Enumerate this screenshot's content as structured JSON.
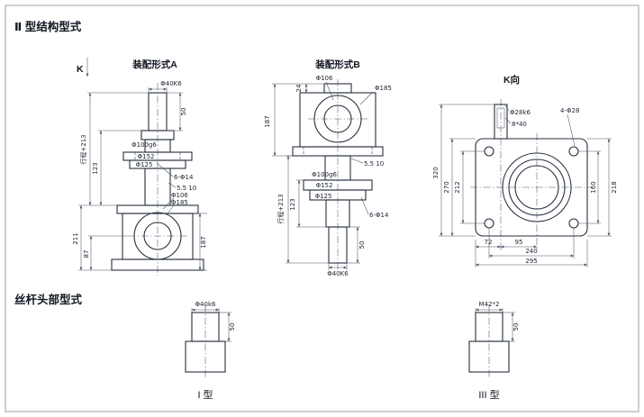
{
  "page": {
    "title": "Ⅱ 型结构型式"
  },
  "view_a": {
    "label": "装配形式A",
    "k_marker": "K",
    "dims": {
      "shaft_dia": "Φ40K6",
      "shaft_len": "50",
      "stroke": "行程+213",
      "mid_len": "123",
      "tube_dia": "Φ100g6",
      "flange_dia": "Φ152",
      "spigot_dia": "Φ125",
      "bolt_holes": "6-Φ14",
      "key": "5.5 10",
      "bore_dia": "Φ106",
      "boss_dia": "Φ185",
      "housing_h": "211",
      "base_h": "87",
      "side_h": "187"
    }
  },
  "view_b": {
    "label": "装配形式B",
    "dims": {
      "cap_h": "24",
      "bore_dia": "Φ106",
      "boss_dia": "Φ185",
      "housing_h": "187",
      "key": "5.5 10",
      "tube_dia": "Φ100g6",
      "flange_dia": "Φ152",
      "spigot_dia": "Φ125",
      "stroke": "行程+213",
      "mid_len": "123",
      "bolt_holes": "6-Φ14",
      "shaft_len": "50",
      "shaft_dia": "Φ40K6"
    }
  },
  "view_k": {
    "label": "K向",
    "dims": {
      "worm_dia": "Φ28k6",
      "worm_key": "8*40",
      "corner_holes": "4-Φ28",
      "left_outer": "320",
      "left_mid": "270",
      "left_inner": "212",
      "right_inner": "160",
      "right_outer": "218",
      "bottom_a": "72",
      "bottom_b": "95",
      "bottom_c": "240",
      "bottom_d": "295"
    }
  },
  "screw_heads": {
    "title": "丝杆头部型式",
    "type1": {
      "dia": "Φ40k6",
      "len": "50",
      "label": "I 型"
    },
    "type3": {
      "dia": "M42*2",
      "len": "50",
      "label": "III 型"
    }
  }
}
